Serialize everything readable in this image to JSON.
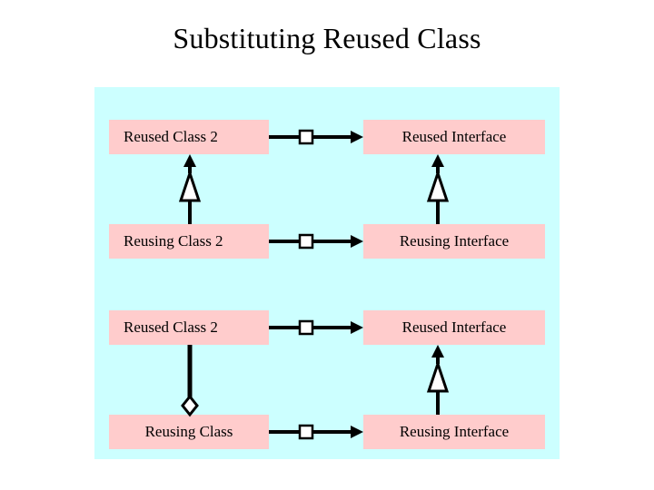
{
  "page": {
    "title": "Substituting Reused Class",
    "background": "#ffffff"
  },
  "diagram": {
    "panel_background": "#ccffff",
    "box_fill": "#ffcccc",
    "line_color": "#000000",
    "groups": [
      {
        "name": "upper-group",
        "boxes": [
          {
            "id": "reused-class-2-top",
            "label": "Reused Class 2"
          },
          {
            "id": "reused-interface-top",
            "label": "Reused Interface"
          },
          {
            "id": "reusing-class-2",
            "label": "Reusing Class 2"
          },
          {
            "id": "reusing-interface-top",
            "label": "Reusing Interface"
          }
        ],
        "connectors": [
          {
            "id": "realization-reused-top",
            "kind": "realization-arrow",
            "from": "reused-class-2-top",
            "to": "reused-interface-top"
          },
          {
            "id": "generalization-left-top",
            "kind": "generalization-hollow-triangle",
            "from": "reusing-class-2",
            "to": "reused-class-2-top"
          },
          {
            "id": "generalization-right-top",
            "kind": "generalization-hollow-triangle",
            "from": "reusing-interface-top",
            "to": "reused-interface-top"
          },
          {
            "id": "realization-reusing-top",
            "kind": "realization-arrow",
            "from": "reusing-class-2",
            "to": "reusing-interface-top"
          }
        ]
      },
      {
        "name": "lower-group",
        "boxes": [
          {
            "id": "reused-class-2-bottom",
            "label": "Reused Class 2"
          },
          {
            "id": "reused-interface-bottom",
            "label": "Reused Interface"
          },
          {
            "id": "reusing-class",
            "label": "Reusing Class"
          },
          {
            "id": "reusing-interface-bottom",
            "label": "Reusing Interface"
          }
        ],
        "connectors": [
          {
            "id": "realization-reused-bottom",
            "kind": "realization-arrow",
            "from": "reused-class-2-bottom",
            "to": "reused-interface-bottom"
          },
          {
            "id": "aggregation-left-bottom",
            "kind": "aggregation-hollow-diamond",
            "from": "reused-class-2-bottom",
            "to": "reusing-class"
          },
          {
            "id": "generalization-right-bottom",
            "kind": "generalization-hollow-triangle",
            "from": "reusing-interface-bottom",
            "to": "reused-interface-bottom"
          },
          {
            "id": "realization-reusing-bottom",
            "kind": "realization-arrow",
            "from": "reusing-class",
            "to": "reusing-interface-bottom"
          }
        ]
      }
    ]
  }
}
